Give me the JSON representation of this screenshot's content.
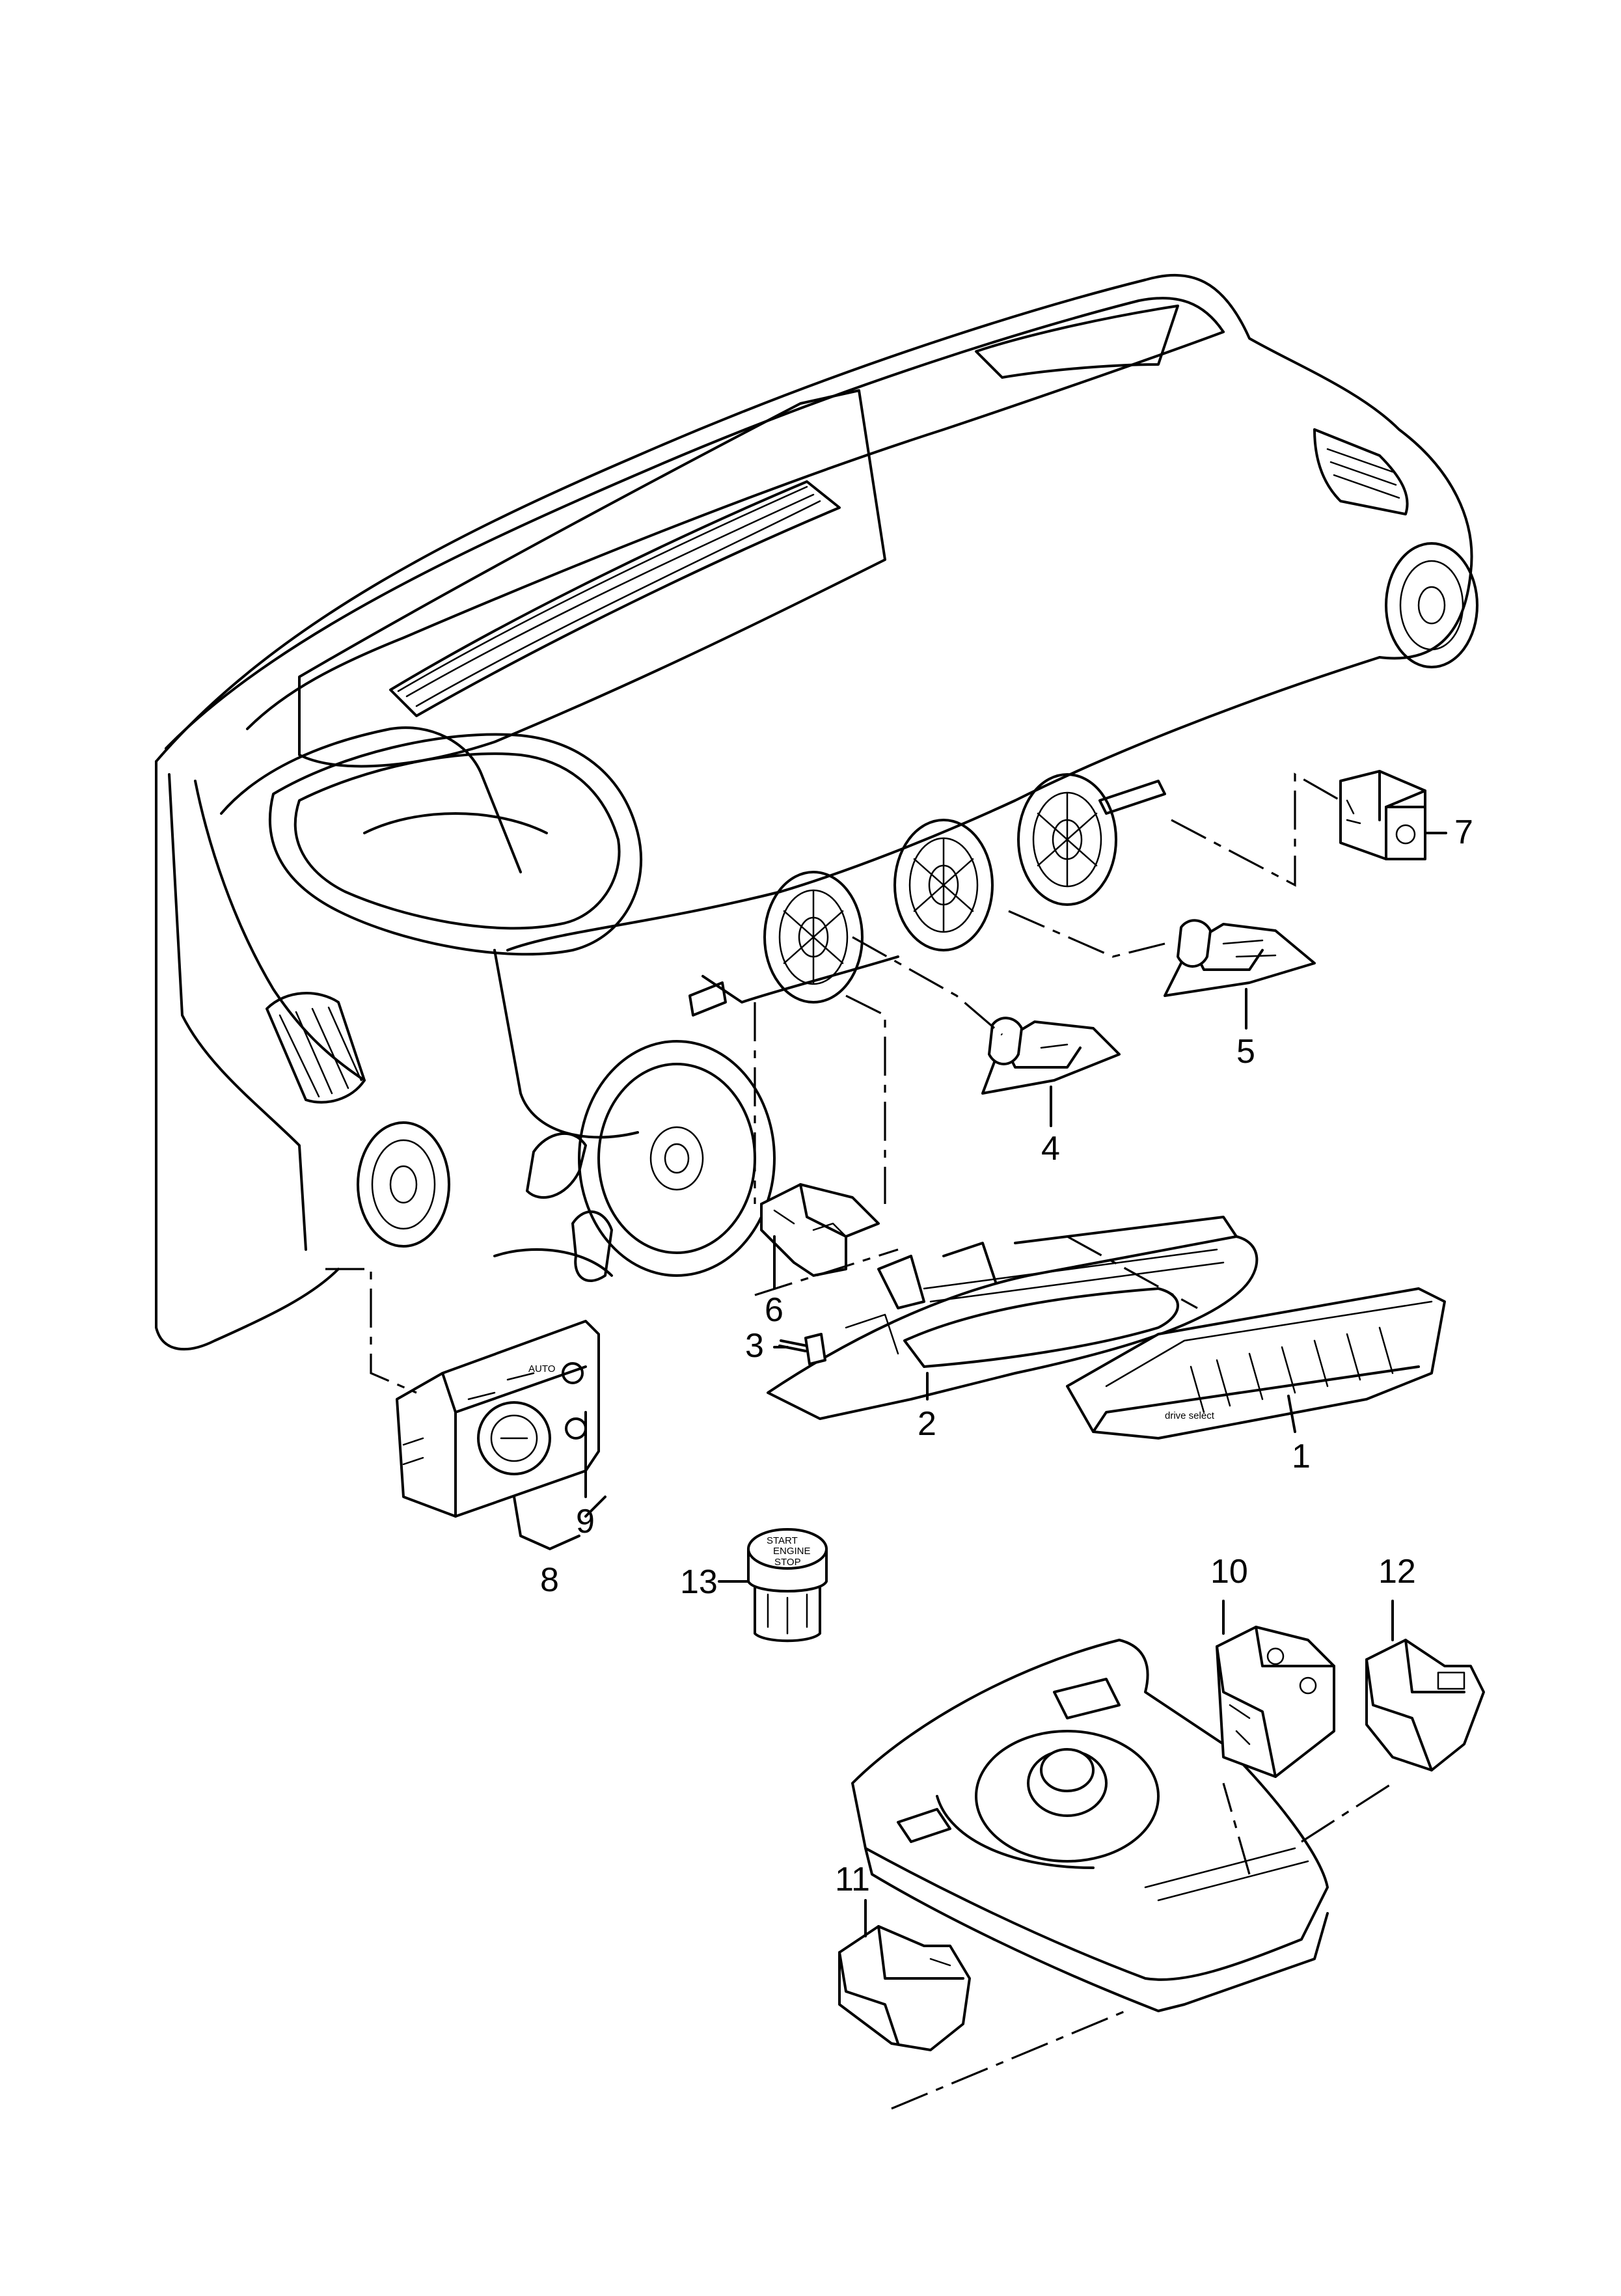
{
  "diagram": {
    "callouts": [
      {
        "id": "1",
        "label": "1"
      },
      {
        "id": "2",
        "label": "2"
      },
      {
        "id": "3",
        "label": "3"
      },
      {
        "id": "4",
        "label": "4"
      },
      {
        "id": "5",
        "label": "5"
      },
      {
        "id": "6",
        "label": "6"
      },
      {
        "id": "7",
        "label": "7"
      },
      {
        "id": "8",
        "label": "8"
      },
      {
        "id": "9",
        "label": "9"
      },
      {
        "id": "10",
        "label": "10"
      },
      {
        "id": "11",
        "label": "11"
      },
      {
        "id": "12",
        "label": "12"
      },
      {
        "id": "13",
        "label": "13"
      }
    ],
    "part_markings": {
      "start_button_line1": "START",
      "start_button_line2": "ENGINE",
      "start_button_line3": "STOP",
      "light_switch_auto": "AUTO",
      "drive_select": "drive select"
    }
  }
}
